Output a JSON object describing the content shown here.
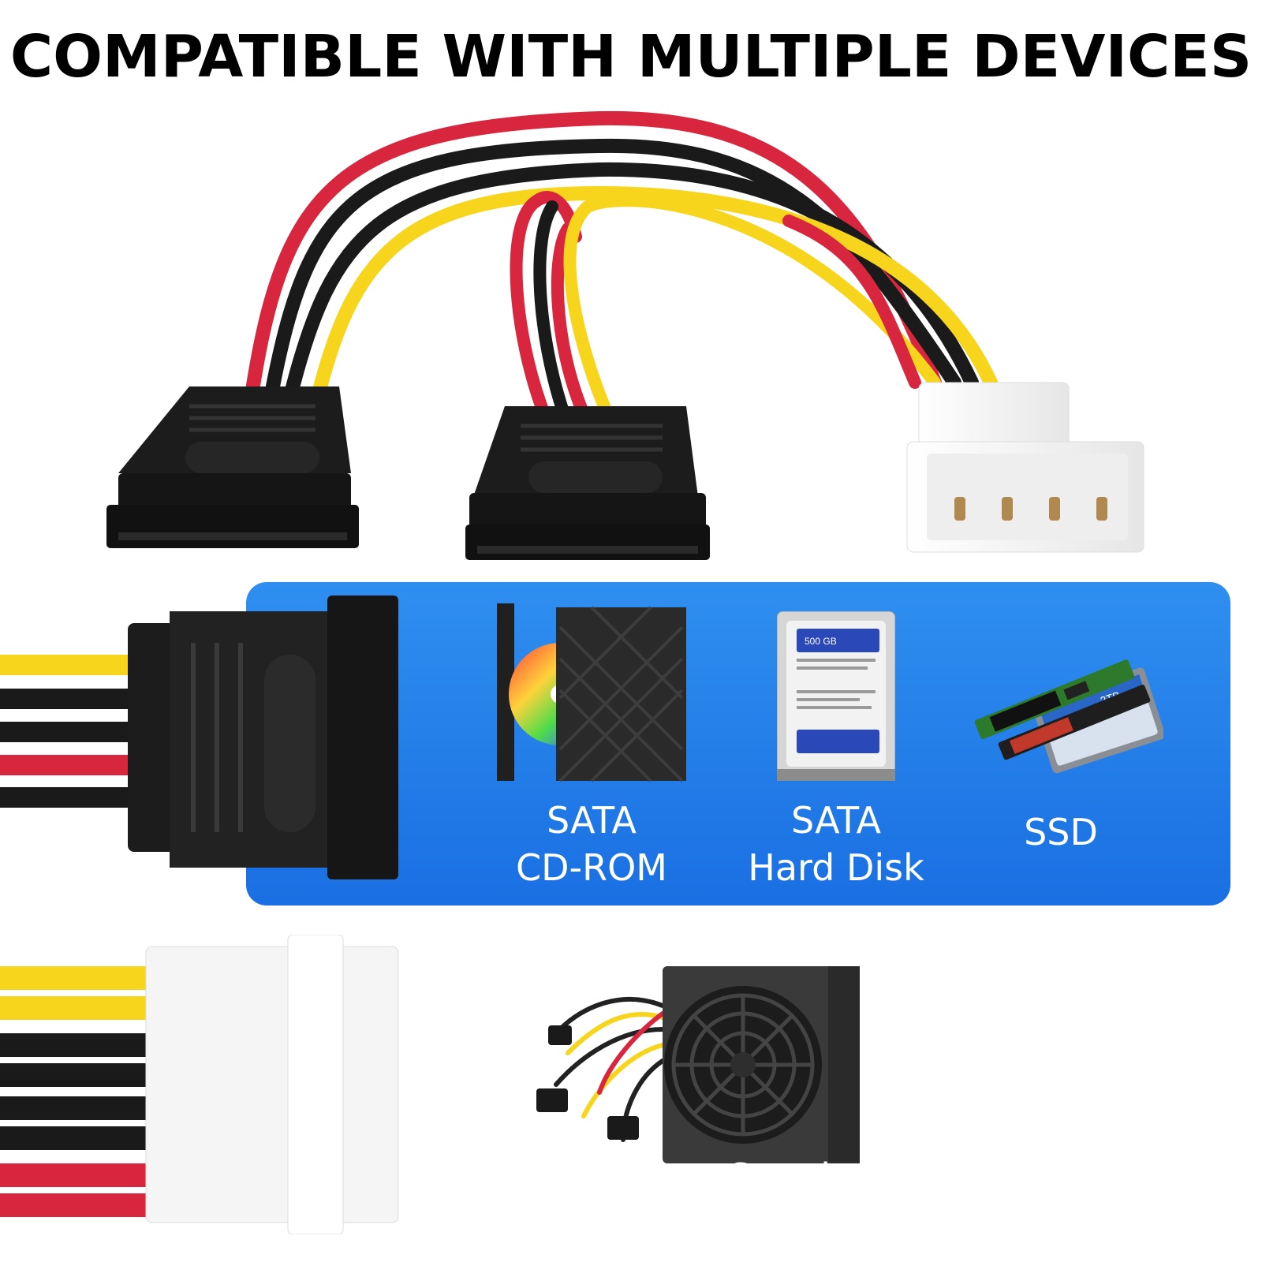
{
  "headline": "COMPATIBLE WITH MULTIPLE DEVICES",
  "colors": {
    "panel": "#1f78e8",
    "wire_red": "#d7263d",
    "wire_yellow": "#f7d51d",
    "wire_black": "#1a1a1a",
    "connector_black": "#1c1c1c",
    "molex_white": "#f3f3f3"
  },
  "devices": [
    {
      "icon": "optical-drive-icon",
      "lines": [
        "SATA",
        "CD-ROM"
      ]
    },
    {
      "icon": "hard-disk-icon",
      "lines": [
        "SATA",
        "Hard Disk"
      ],
      "hdd_label": "500 GB"
    },
    {
      "icon": "ssd-icon",
      "lines": [
        "SSD"
      ],
      "ssd_label": "2TB"
    },
    {
      "icon": "power-supply-icon",
      "lines": [
        "Power Supply"
      ]
    }
  ]
}
